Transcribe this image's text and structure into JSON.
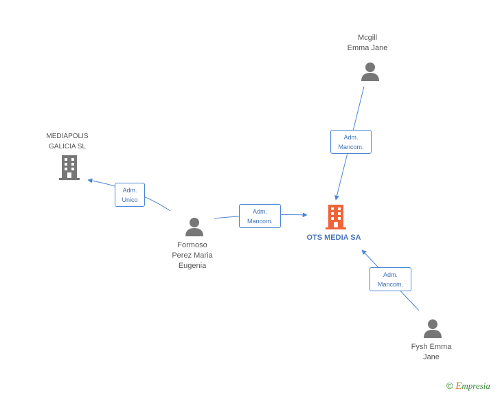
{
  "nodes": {
    "mcgill": {
      "lines": [
        "Mcgill",
        "Emma Jane"
      ],
      "icon": "person-icon"
    },
    "mediapolis": {
      "lines": [
        "MEDIAPOLIS",
        "GALICIA SL"
      ],
      "icon": "building-icon"
    },
    "formoso": {
      "lines": [
        "Formoso",
        "Perez Maria",
        "Eugenia"
      ],
      "icon": "person-icon"
    },
    "ots": {
      "lines": [
        "OTS MEDIA SA"
      ],
      "icon": "building-icon"
    },
    "fysh": {
      "lines": [
        "Fysh Emma",
        "Jane"
      ],
      "icon": "person-icon"
    }
  },
  "edges": {
    "mcgill_ots": [
      "Adm.",
      "Mancom."
    ],
    "formoso_mediapolis": [
      "Adm.",
      "Unico"
    ],
    "formoso_ots": [
      "Adm.",
      "Mancom."
    ],
    "fysh_ots": [
      "Adm.",
      "Mancom."
    ]
  },
  "footer": {
    "copyright": "©",
    "brand_first": "E",
    "brand_rest": "mpresia"
  },
  "colors": {
    "edge": "#4a86d4",
    "person": "#777777",
    "company": "#777777",
    "main_company": "#f0643a"
  }
}
